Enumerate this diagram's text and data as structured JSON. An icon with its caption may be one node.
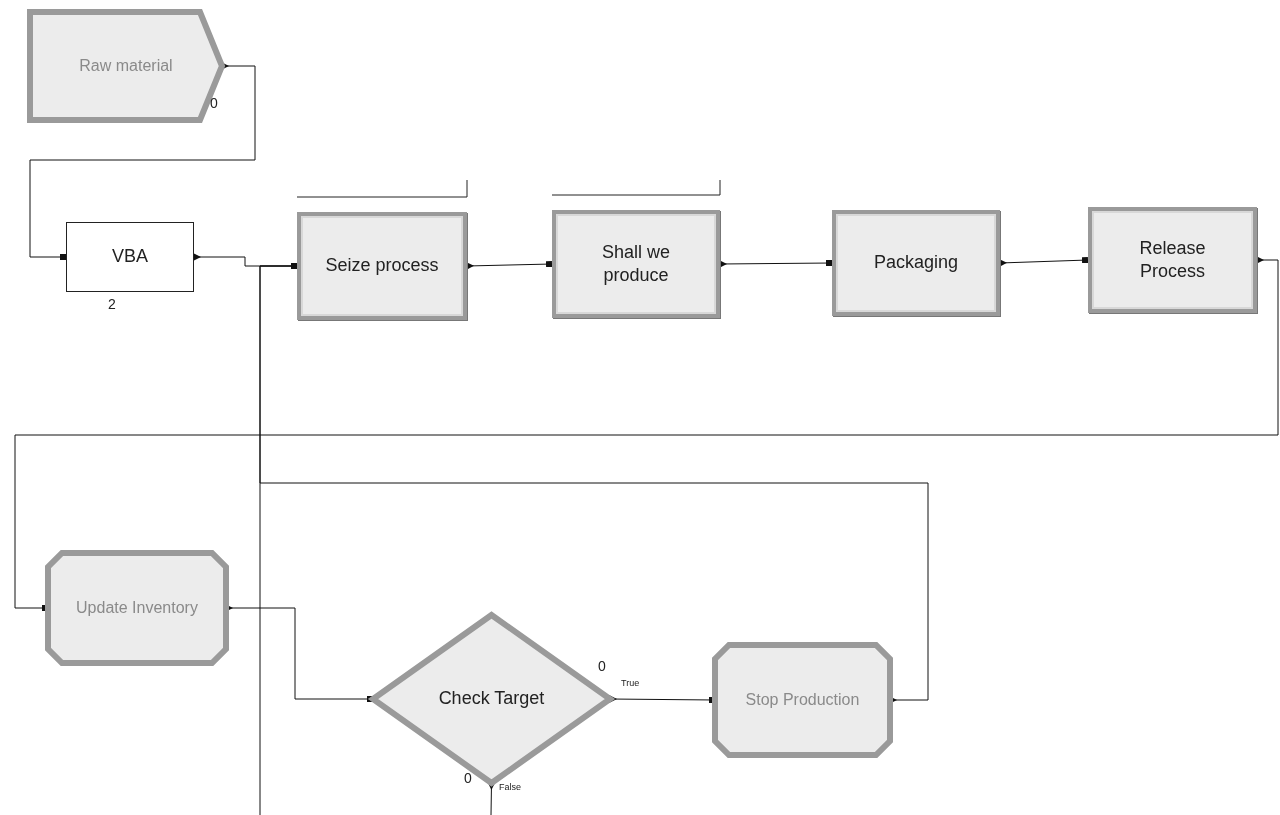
{
  "diagram": {
    "nodes": [
      {
        "text": [
          "Raw material"
        ],
        "beside": [
          "0"
        ]
      },
      {
        "text": [
          "VBA"
        ],
        "beside": [
          "2"
        ]
      },
      {
        "text": [
          "Seize process"
        ]
      },
      {
        "text": [
          "Shall we produce"
        ]
      },
      {
        "text": [
          "Packaging"
        ]
      },
      {
        "text": [
          "Release Process"
        ]
      },
      {
        "text": [
          "Update Inventory"
        ]
      },
      {
        "text": [
          "Check Target"
        ],
        "beside": [
          "0",
          "0"
        ]
      },
      {
        "text": [
          "Stop Production"
        ]
      }
    ],
    "edges": [
      {
        "from": 0,
        "to": 1,
        "arrow": "other"
      },
      {
        "from": 1,
        "to": 2,
        "arrow": "other"
      },
      {
        "from": 2,
        "to": 3,
        "arrow": "other"
      },
      {
        "from": 3,
        "to": 4,
        "arrow": "other"
      },
      {
        "from": 4,
        "to": 5,
        "arrow": "other"
      },
      {
        "from": 5,
        "to": 6,
        "arrow": "other"
      },
      {
        "from": 6,
        "to": 7,
        "arrow": "other"
      },
      {
        "from": 7,
        "to": 8,
        "arrow": "other",
        "label": "True"
      },
      {
        "from": 8,
        "to": 2,
        "arrow": "other"
      },
      {
        "from": 7,
        "to": null,
        "arrow": "other",
        "label": "False"
      },
      {
        "from": null,
        "to": 2,
        "arrow": "other"
      }
    ]
  }
}
